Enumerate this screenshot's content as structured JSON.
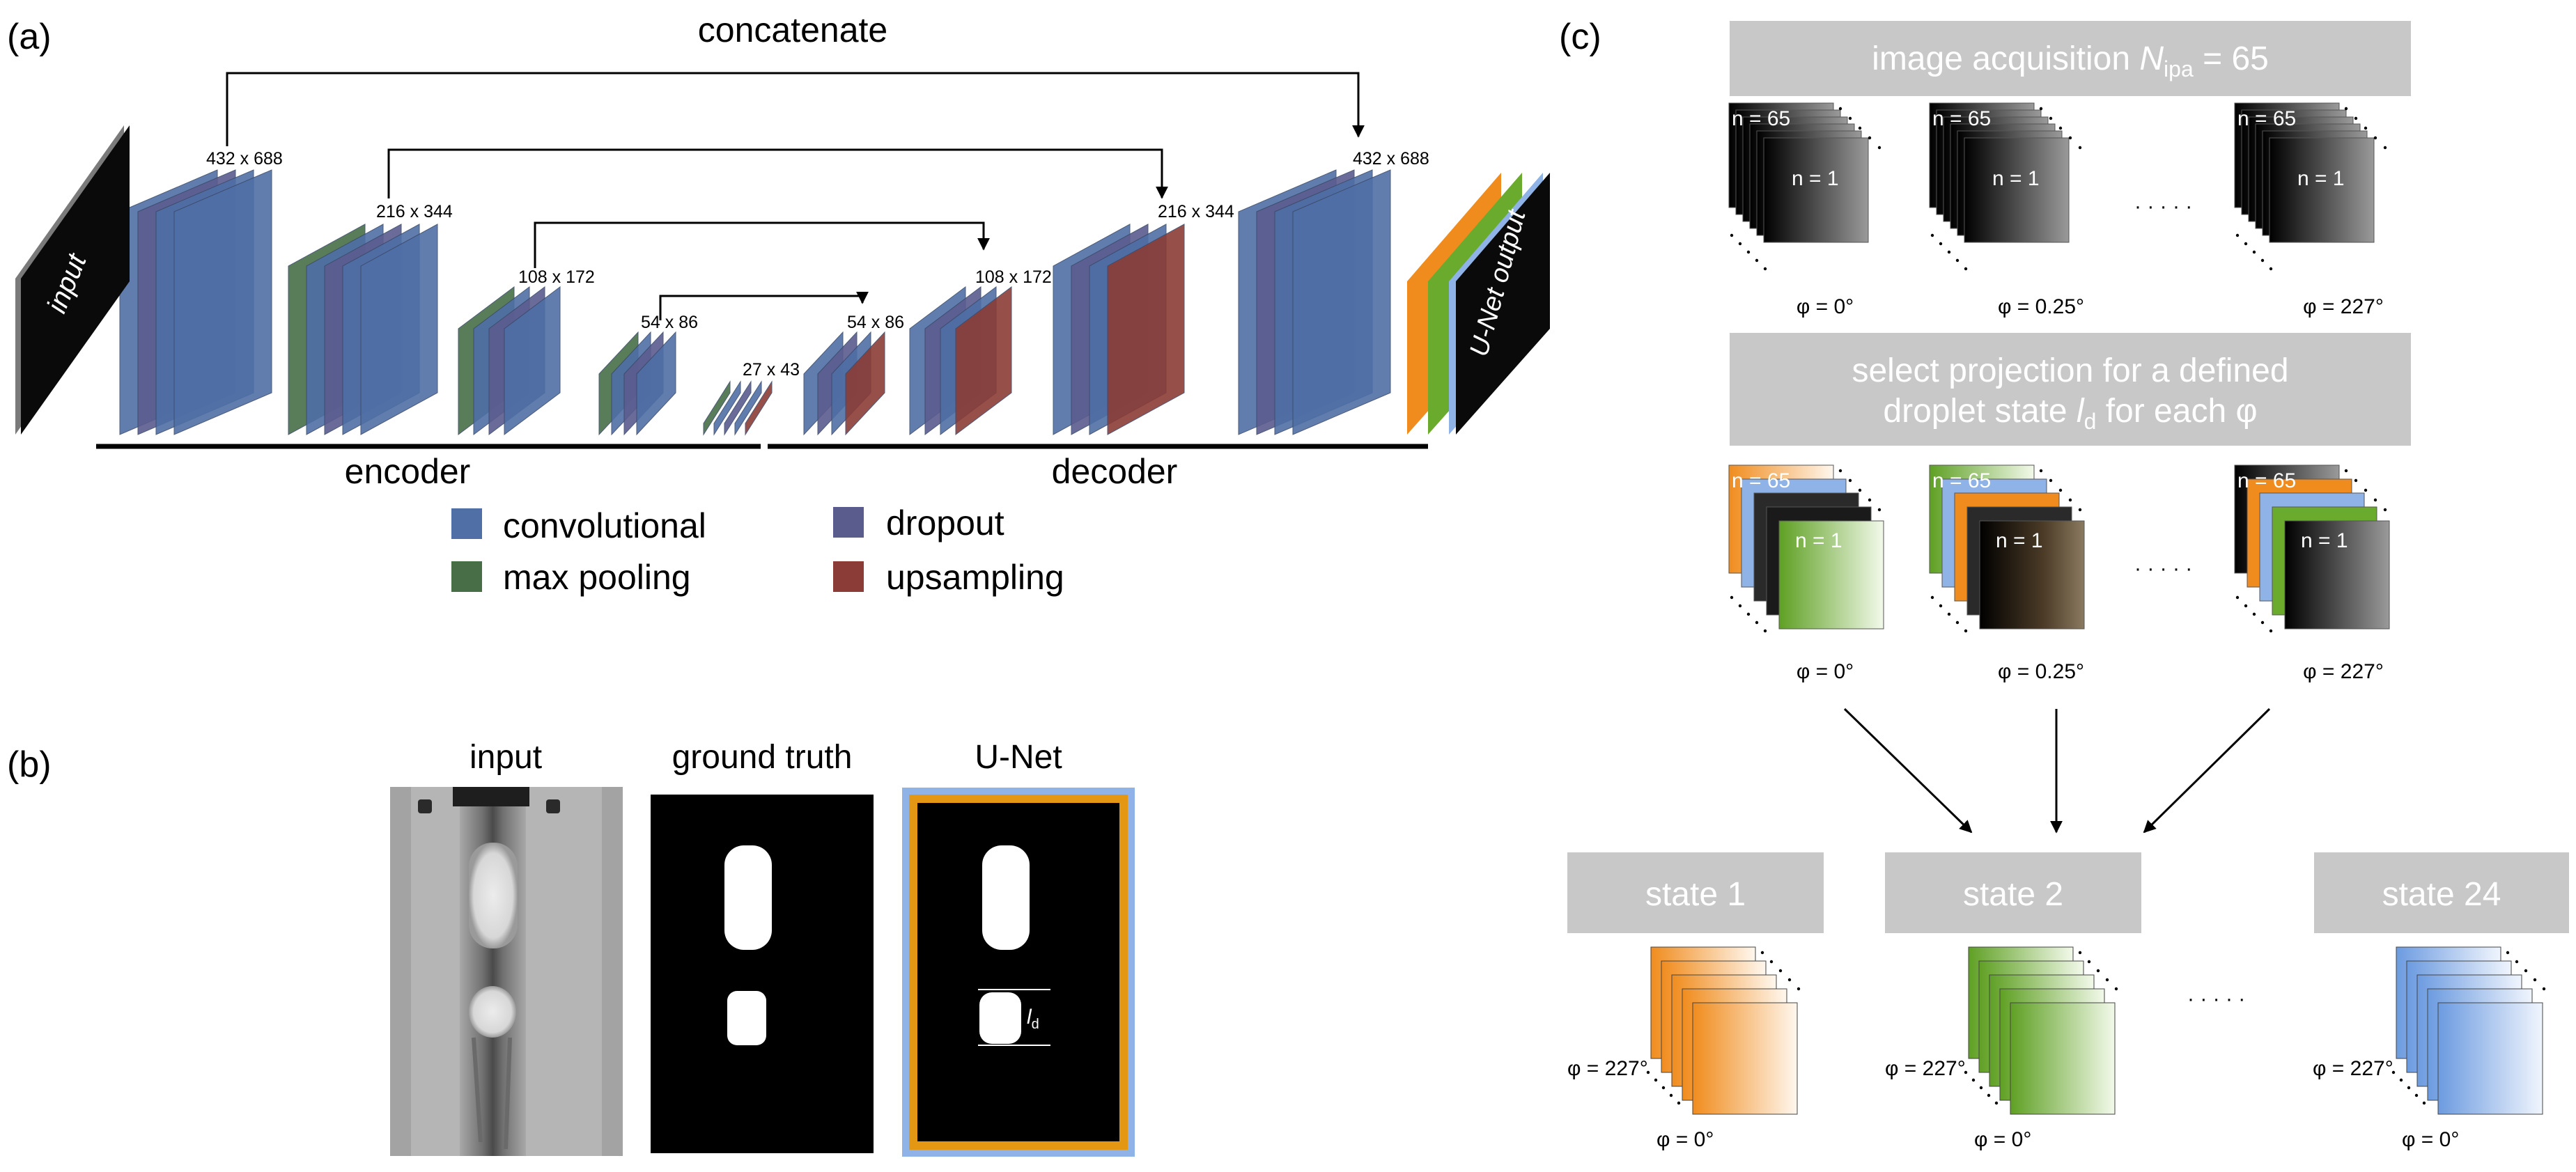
{
  "panel_a": {
    "label": "(a)",
    "concat_label": "concatenate",
    "input_label": "input",
    "output_label": "U-Net output",
    "dims": {
      "e1": "432 x 688",
      "e2": "216 x 344",
      "e3": "108 x 172",
      "e4": "54 x 86",
      "bottom": "27 x 43",
      "d4": "54 x 86",
      "d3": "108 x 172",
      "d2": "216 x 344",
      "d1": "432 x 688"
    },
    "encoder_label": "encoder",
    "decoder_label": "decoder",
    "legend": {
      "conv": "convolutional",
      "pool": "max pooling",
      "dropout": "dropout",
      "upsampling": "upsampling"
    },
    "colors": {
      "conv": "#4f6fa6",
      "pool": "#486e48",
      "dropout": "#5b5c8e",
      "upsampling": "#8b3c36"
    }
  },
  "panel_b": {
    "label": "(b)",
    "input": "input",
    "ground_truth": "ground truth",
    "unet": "U-Net",
    "ld": "l",
    "ld_sub": "d"
  },
  "panel_c": {
    "label": "(c)",
    "acq_prefix": "image acquisition ",
    "acq_N": "N",
    "acq_sub": "ipa",
    "acq_value": " = 65",
    "select_line1": "select projection for a defined",
    "select_line2_pre": "droplet state ",
    "select_l": "l",
    "select_l_sub": "d",
    "select_line2_post": " for each φ",
    "n_top": "n = 65",
    "n_bottom": "n = 1",
    "dots": "· · · · ·",
    "angles": [
      "φ = 0°",
      "φ = 0.25°",
      "φ = 227°"
    ],
    "states": [
      "state 1",
      "state 2",
      "state 24"
    ],
    "phi_top": "φ = 227°",
    "phi_bottom": "φ = 0°",
    "colors": {
      "orange": "#f08c1e",
      "green": "#6aaa2c",
      "blue": "#7da6e0",
      "box": "#c8c8c8"
    }
  }
}
